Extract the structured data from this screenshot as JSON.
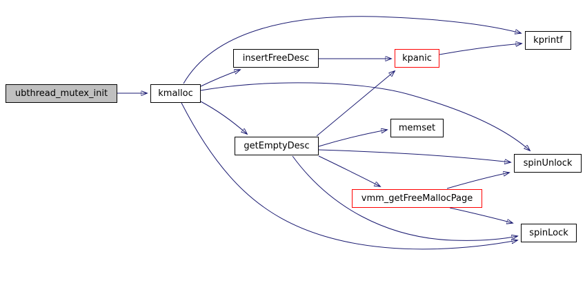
{
  "diagram": {
    "type": "call-graph",
    "root": "ubthread_mutex_init",
    "colors": {
      "edge": "#191970",
      "node_border": "#000000",
      "highlight_border": "#ff0000",
      "root_fill": "#c0c0c0",
      "node_fill": "#ffffff",
      "background": "#ffffff"
    },
    "nodes": [
      {
        "id": "ubthread_mutex_init",
        "label": "ubthread_mutex_init",
        "style": "root"
      },
      {
        "id": "kmalloc",
        "label": "kmalloc",
        "style": "normal"
      },
      {
        "id": "insertFreeDesc",
        "label": "insertFreeDesc",
        "style": "normal"
      },
      {
        "id": "kpanic",
        "label": "kpanic",
        "style": "highlight"
      },
      {
        "id": "kprintf",
        "label": "kprintf",
        "style": "normal"
      },
      {
        "id": "memset",
        "label": "memset",
        "style": "normal"
      },
      {
        "id": "getEmptyDesc",
        "label": "getEmptyDesc",
        "style": "normal"
      },
      {
        "id": "spinUnlock",
        "label": "spinUnlock",
        "style": "normal"
      },
      {
        "id": "vmm_getFreeMallocPage",
        "label": "vmm_getFreeMallocPage",
        "style": "highlight"
      },
      {
        "id": "spinLock",
        "label": "spinLock",
        "style": "normal"
      }
    ],
    "edges": [
      {
        "from": "ubthread_mutex_init",
        "to": "kmalloc"
      },
      {
        "from": "kmalloc",
        "to": "insertFreeDesc"
      },
      {
        "from": "kmalloc",
        "to": "kprintf"
      },
      {
        "from": "kmalloc",
        "to": "getEmptyDesc"
      },
      {
        "from": "kmalloc",
        "to": "spinUnlock"
      },
      {
        "from": "kmalloc",
        "to": "spinLock"
      },
      {
        "from": "insertFreeDesc",
        "to": "kpanic"
      },
      {
        "from": "kpanic",
        "to": "kprintf"
      },
      {
        "from": "getEmptyDesc",
        "to": "kpanic"
      },
      {
        "from": "getEmptyDesc",
        "to": "memset"
      },
      {
        "from": "getEmptyDesc",
        "to": "spinUnlock"
      },
      {
        "from": "getEmptyDesc",
        "to": "vmm_getFreeMallocPage"
      },
      {
        "from": "getEmptyDesc",
        "to": "spinLock"
      },
      {
        "from": "vmm_getFreeMallocPage",
        "to": "spinUnlock"
      },
      {
        "from": "vmm_getFreeMallocPage",
        "to": "spinLock"
      }
    ]
  }
}
